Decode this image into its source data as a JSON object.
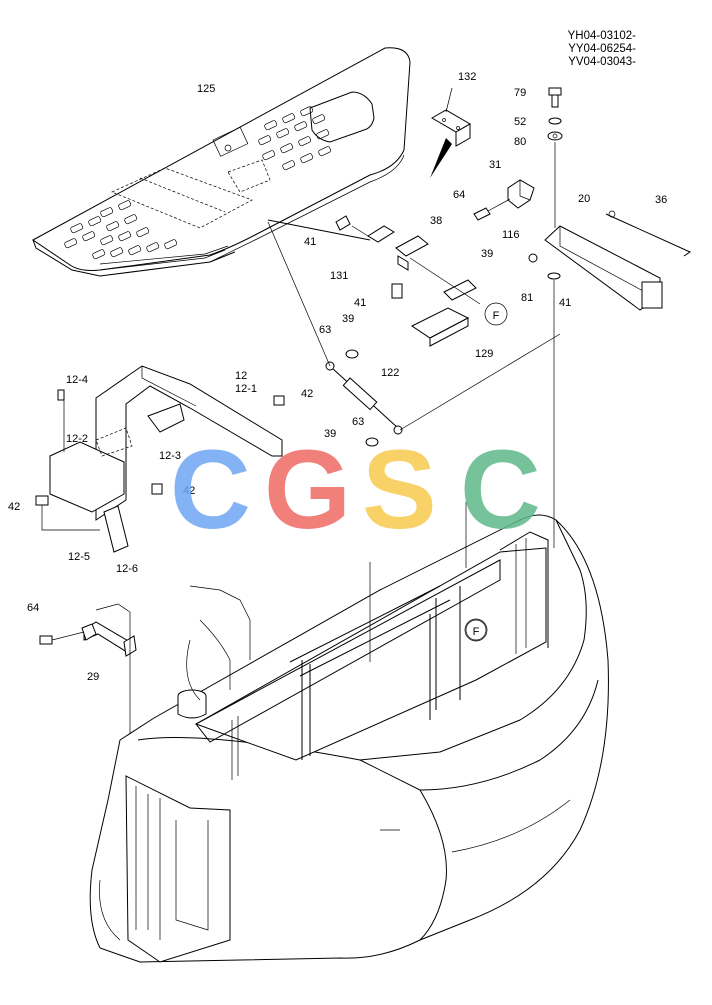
{
  "serials": [
    "YH04-03102-",
    "YY04-06254-",
    "YV04-03043-"
  ],
  "labels": {
    "p125": "125",
    "p132": "132",
    "p79": "79",
    "p52": "52",
    "p80": "80",
    "p31": "31",
    "p64a": "64",
    "p20": "20",
    "p36": "36",
    "p38": "38",
    "p41a": "41",
    "p116": "116",
    "p39a": "39",
    "p131": "131",
    "p41b": "41",
    "p81": "81",
    "p41c": "41",
    "p39b": "39",
    "p63a": "63",
    "p129": "129",
    "p122": "122",
    "p12": "12",
    "p12_1": "12-1",
    "p12_4": "12-4",
    "p42a": "42",
    "p63b": "63",
    "p39c": "39",
    "p12_2": "12-2",
    "p12_3": "12-3",
    "p42b": "42",
    "p42c": "42",
    "p12_5": "12-5",
    "p12_6": "12-6",
    "p64b": "64",
    "p29": "29"
  },
  "callout_ref": "F",
  "watermark": {
    "letters": [
      "C",
      "G",
      "S",
      "C"
    ],
    "colors": [
      "#6ea6f3",
      "#f06a63",
      "#f7cb4d",
      "#5fb98a"
    ]
  }
}
